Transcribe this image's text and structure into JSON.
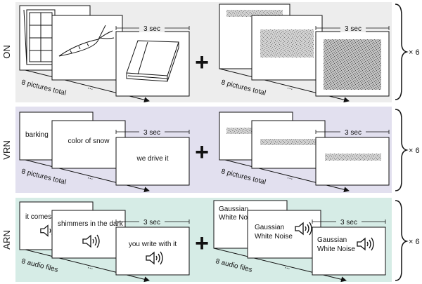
{
  "colors": {
    "on_bg": "#ededed",
    "vrn_bg": "#e2e0ef",
    "arn_bg": "#d6ece6"
  },
  "rows": [
    {
      "label": "ON",
      "left": {
        "duration": "3 sec",
        "axis": "8 pictures total",
        "ellipsis": "..."
      },
      "right": {
        "duration": "3 sec",
        "axis": "8 pictures total",
        "ellipsis": "..."
      },
      "repeat": "× 6"
    },
    {
      "label": "VRN",
      "left": {
        "duration": "3 sec",
        "axis": "8 pictures total",
        "ellipsis": "...",
        "cards": [
          "barking",
          "color of snow",
          "we drive it"
        ]
      },
      "right": {
        "duration": "3 sec",
        "axis": "8 pictures total",
        "ellipsis": "..."
      },
      "repeat": "× 6"
    },
    {
      "label": "ARN",
      "left": {
        "duration": "3 sec",
        "axis": "8 audio files",
        "ellipsis": "...",
        "cards": [
          "it comes",
          "shimmers in the dark",
          "you write with it"
        ]
      },
      "right": {
        "duration": "3 sec",
        "axis": "8 audio files",
        "ellipsis": "...",
        "cards": [
          [
            "Gaussian",
            "White Noise"
          ],
          [
            "Gaussian",
            "White Noise"
          ],
          [
            "Gaussian",
            "White Noise"
          ]
        ]
      },
      "repeat": "× 6"
    }
  ],
  "plus": "+"
}
